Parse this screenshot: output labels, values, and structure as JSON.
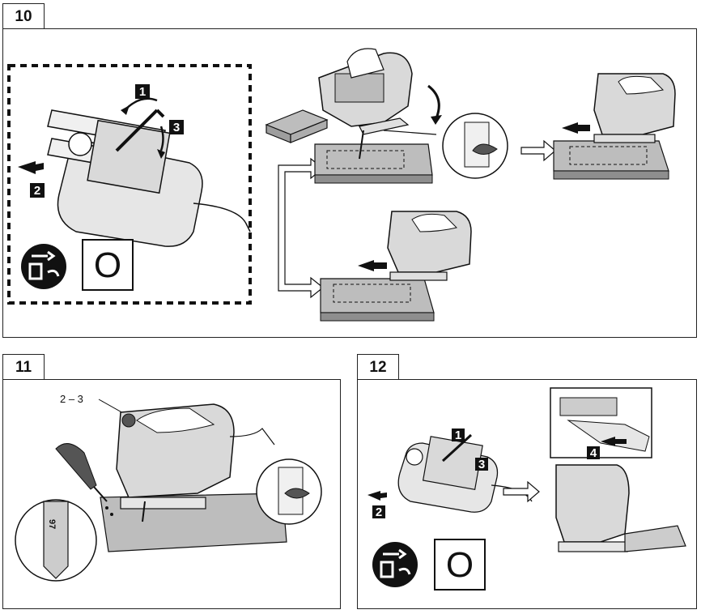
{
  "figures": [
    {
      "number": "10",
      "steps": [
        "1",
        "2",
        "3"
      ],
      "symbol_letter": "O"
    },
    {
      "number": "11",
      "callout": "2 – 3",
      "blade_code": "97"
    },
    {
      "number": "12",
      "steps": [
        "1",
        "2",
        "3",
        "4"
      ],
      "symbol_letter": "O"
    }
  ],
  "icons": [
    "unplug-icon",
    "arrow-icon",
    "jigsaw-illustration",
    "oil-bottle-icon",
    "blade-icon",
    "detail-magnifier",
    "vacuum-hose"
  ],
  "colors": {
    "ink": "#111111",
    "tool_body": "#d9d9d9",
    "wood": "#bdbdbd",
    "paper": "#ffffff"
  }
}
